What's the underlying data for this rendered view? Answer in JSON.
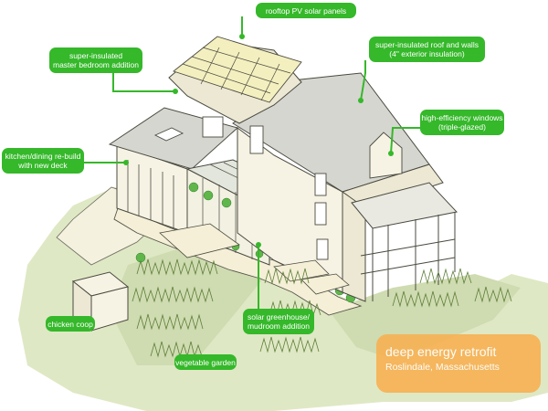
{
  "labels": {
    "solar_panels": "rooftop PV solar panels",
    "roof_walls": "super-insulated roof and walls\n(4\" exterior insulation)",
    "master_bedroom": "super-insulated\nmaster bedroom addition",
    "windows": "high-efficiency windows\n(triple-glazed)",
    "kitchen": "kitchen/dining re-build\nwith new deck",
    "greenhouse": "solar greenhouse/\nmudroom addition",
    "chicken_coop": "chicken coop",
    "vegetable_garden": "vegetable garden"
  },
  "title": {
    "main": "deep energy retrofit",
    "location": "Roslindale, Massachusetts"
  },
  "colors": {
    "callout_green": "#35b82a",
    "title_orange": "#f7b255",
    "lawn": "#dfe8c4",
    "wall": "#f6f3e4",
    "roof": "#d6d6d0",
    "solar_panel": "#f3efbf"
  }
}
